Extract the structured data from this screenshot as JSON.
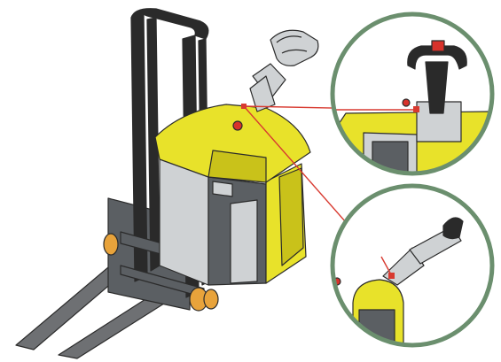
{
  "colors": {
    "machine_yellow": "#e8e22a",
    "yellow_shade": "#c9c21a",
    "outline": "#2b2b2b",
    "mast_dark": "#2a2a2a",
    "panel_grey": "#cfd2d4",
    "panel_dark": "#5b5f63",
    "fork_grey": "#6e7073",
    "wheel_orange": "#e8a33b",
    "callout_ring": "#6b8f6e",
    "pointer_line": "#d83a30",
    "stop_button_red": "#d8322b"
  },
  "scene": {
    "subject": "walkie-stacker-forklift",
    "callouts": [
      {
        "id": "top-detail",
        "shows": "tiller-head-and-emergency-stop"
      },
      {
        "id": "bottom-detail",
        "shows": "tiller-arm-pivot-mount"
      }
    ]
  }
}
